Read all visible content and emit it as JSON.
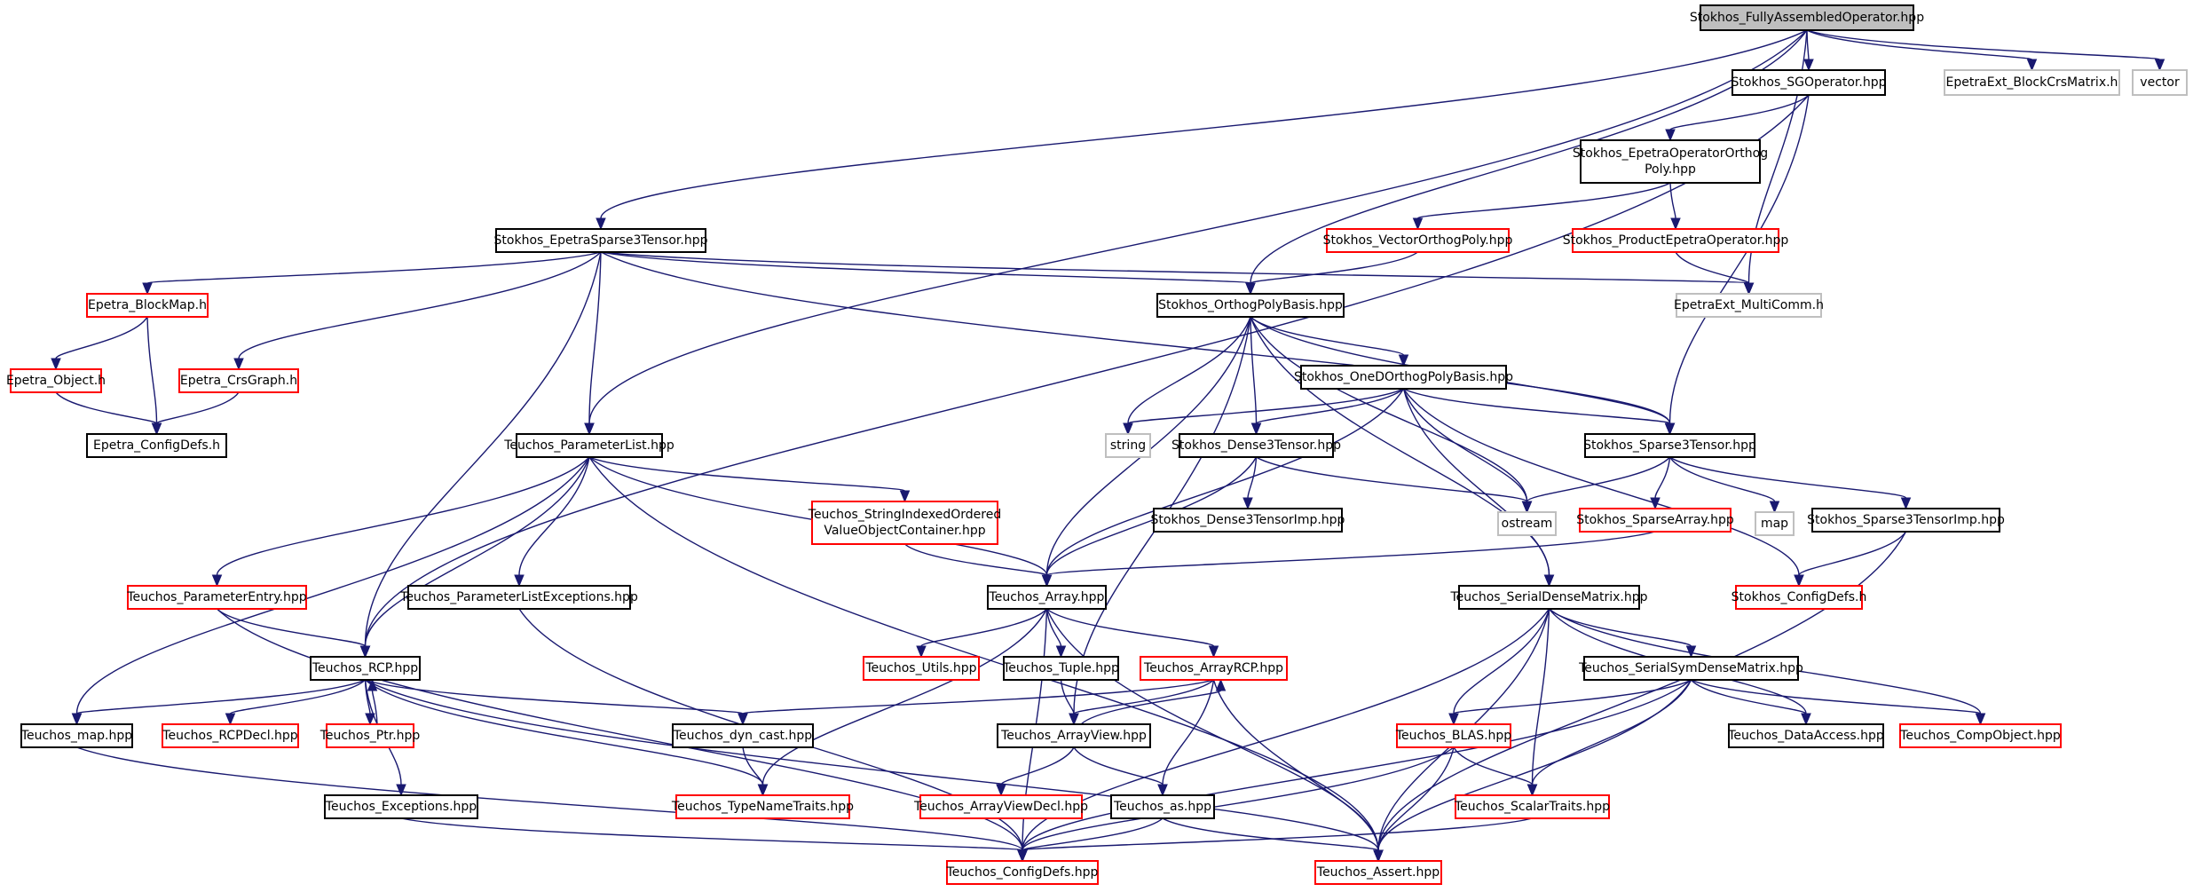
{
  "nodes": [
    {
      "id": "root",
      "lines": [
        "Stokhos_FullyAssembledOperator.hpp"
      ],
      "style": "root"
    },
    {
      "id": "sgop",
      "lines": [
        "Stokhos_SGOperator.hpp"
      ],
      "style": "black"
    },
    {
      "id": "blockcrs",
      "lines": [
        "EpetraExt_BlockCrsMatrix.h"
      ],
      "style": "gray"
    },
    {
      "id": "vector",
      "lines": [
        "vector"
      ],
      "style": "gray"
    },
    {
      "id": "eoop",
      "lines": [
        "Stokhos_EpetraOperatorOrthog",
        "Poly.hpp"
      ],
      "style": "black"
    },
    {
      "id": "es3t",
      "lines": [
        "Stokhos_EpetraSparse3Tensor.hpp"
      ],
      "style": "black"
    },
    {
      "id": "vop",
      "lines": [
        "Stokhos_VectorOrthogPoly.hpp"
      ],
      "style": "red"
    },
    {
      "id": "peo",
      "lines": [
        "Stokhos_ProductEpetraOperator.hpp"
      ],
      "style": "red"
    },
    {
      "id": "blockmap",
      "lines": [
        "Epetra_BlockMap.h"
      ],
      "style": "red"
    },
    {
      "id": "opb",
      "lines": [
        "Stokhos_OrthogPolyBasis.hpp"
      ],
      "style": "black"
    },
    {
      "id": "multicomm",
      "lines": [
        "EpetraExt_MultiComm.h"
      ],
      "style": "gray"
    },
    {
      "id": "object",
      "lines": [
        "Epetra_Object.h"
      ],
      "style": "red"
    },
    {
      "id": "crsgraph",
      "lines": [
        "Epetra_CrsGraph.h"
      ],
      "style": "red"
    },
    {
      "id": "odopb",
      "lines": [
        "Stokhos_OneDOrthogPolyBasis.hpp"
      ],
      "style": "black"
    },
    {
      "id": "configdefs_e",
      "lines": [
        "Epetra_ConfigDefs.h"
      ],
      "style": "black"
    },
    {
      "id": "plist",
      "lines": [
        "Teuchos_ParameterList.hpp"
      ],
      "style": "black"
    },
    {
      "id": "string",
      "lines": [
        "string"
      ],
      "style": "gray"
    },
    {
      "id": "d3t",
      "lines": [
        "Stokhos_Dense3Tensor.hpp"
      ],
      "style": "black"
    },
    {
      "id": "s3t",
      "lines": [
        "Stokhos_Sparse3Tensor.hpp"
      ],
      "style": "black"
    },
    {
      "id": "sivoc",
      "lines": [
        "Teuchos_StringIndexedOrdered",
        "ValueObjectContainer.hpp"
      ],
      "style": "red"
    },
    {
      "id": "d3timp",
      "lines": [
        "Stokhos_Dense3TensorImp.hpp"
      ],
      "style": "black"
    },
    {
      "id": "ostream",
      "lines": [
        "ostream"
      ],
      "style": "gray"
    },
    {
      "id": "sparsearray",
      "lines": [
        "Stokhos_SparseArray.hpp"
      ],
      "style": "red"
    },
    {
      "id": "map",
      "lines": [
        "map"
      ],
      "style": "gray"
    },
    {
      "id": "s3timp",
      "lines": [
        "Stokhos_Sparse3TensorImp.hpp"
      ],
      "style": "black"
    },
    {
      "id": "pentry",
      "lines": [
        "Teuchos_ParameterEntry.hpp"
      ],
      "style": "red"
    },
    {
      "id": "plexc",
      "lines": [
        "Teuchos_ParameterListExceptions.hpp"
      ],
      "style": "black"
    },
    {
      "id": "array",
      "lines": [
        "Teuchos_Array.hpp"
      ],
      "style": "black"
    },
    {
      "id": "sdm",
      "lines": [
        "Teuchos_SerialDenseMatrix.hpp"
      ],
      "style": "black"
    },
    {
      "id": "sconfig",
      "lines": [
        "Stokhos_ConfigDefs.h"
      ],
      "style": "red"
    },
    {
      "id": "rcp",
      "lines": [
        "Teuchos_RCP.hpp"
      ],
      "style": "black"
    },
    {
      "id": "utils",
      "lines": [
        "Teuchos_Utils.hpp"
      ],
      "style": "red"
    },
    {
      "id": "tuple",
      "lines": [
        "Teuchos_Tuple.hpp"
      ],
      "style": "black"
    },
    {
      "id": "arcp",
      "lines": [
        "Teuchos_ArrayRCP.hpp"
      ],
      "style": "red"
    },
    {
      "id": "ssdm",
      "lines": [
        "Teuchos_SerialSymDenseMatrix.hpp"
      ],
      "style": "black"
    },
    {
      "id": "tmap",
      "lines": [
        "Teuchos_map.hpp"
      ],
      "style": "black"
    },
    {
      "id": "rcpdecl",
      "lines": [
        "Teuchos_RCPDecl.hpp"
      ],
      "style": "red"
    },
    {
      "id": "ptr",
      "lines": [
        "Teuchos_Ptr.hpp"
      ],
      "style": "red"
    },
    {
      "id": "dyncast",
      "lines": [
        "Teuchos_dyn_cast.hpp"
      ],
      "style": "black"
    },
    {
      "id": "arrayview",
      "lines": [
        "Teuchos_ArrayView.hpp"
      ],
      "style": "black"
    },
    {
      "id": "blas",
      "lines": [
        "Teuchos_BLAS.hpp"
      ],
      "style": "red"
    },
    {
      "id": "dataaccess",
      "lines": [
        "Teuchos_DataAccess.hpp"
      ],
      "style": "black"
    },
    {
      "id": "compobj",
      "lines": [
        "Teuchos_CompObject.hpp"
      ],
      "style": "red"
    },
    {
      "id": "exceptions",
      "lines": [
        "Teuchos_Exceptions.hpp"
      ],
      "style": "black"
    },
    {
      "id": "tnt",
      "lines": [
        "Teuchos_TypeNameTraits.hpp"
      ],
      "style": "red"
    },
    {
      "id": "avdecl",
      "lines": [
        "Teuchos_ArrayViewDecl.hpp"
      ],
      "style": "red"
    },
    {
      "id": "as",
      "lines": [
        "Teuchos_as.hpp"
      ],
      "style": "black"
    },
    {
      "id": "scalar",
      "lines": [
        "Teuchos_ScalarTraits.hpp"
      ],
      "style": "red"
    },
    {
      "id": "tconfig",
      "lines": [
        "Teuchos_ConfigDefs.hpp"
      ],
      "style": "red"
    },
    {
      "id": "assert",
      "lines": [
        "Teuchos_Assert.hpp"
      ],
      "style": "red"
    }
  ]
}
